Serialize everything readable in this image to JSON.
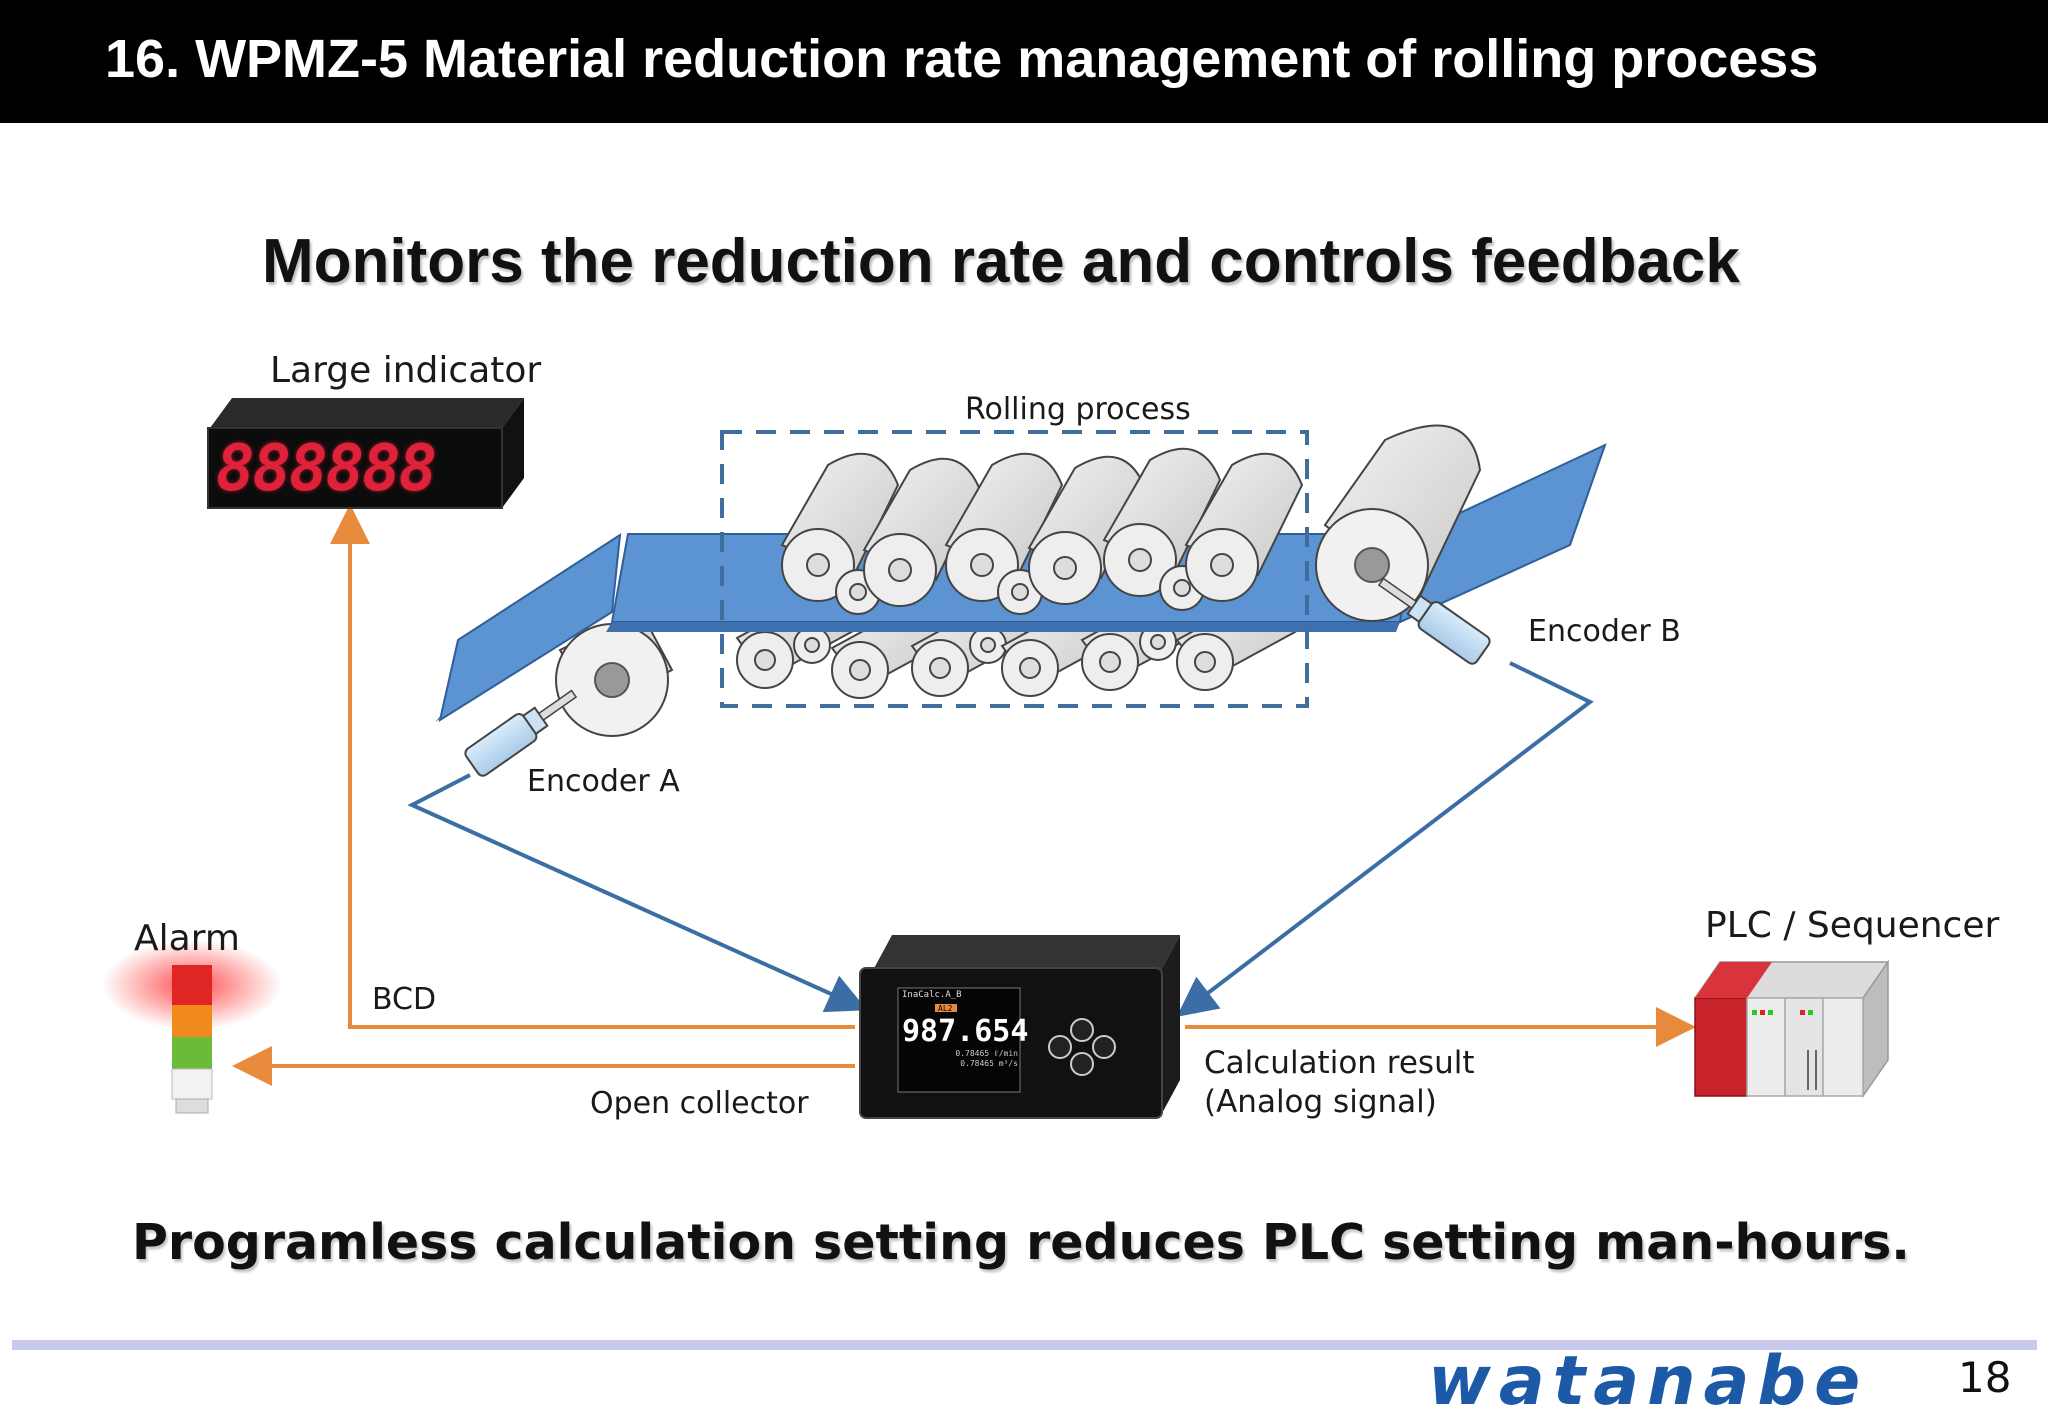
{
  "title": "16. WPMZ-5 Material reduction rate management of rolling process",
  "headline": "Monitors the reduction rate and controls feedback",
  "tagline": "Programless calculation setting reduces PLC setting man-hours.",
  "labels": {
    "large_indicator": "Large indicator",
    "rolling_process": "Rolling process",
    "encoder_a": "Encoder A",
    "encoder_b": "Encoder B",
    "alarm": "Alarm",
    "bcd": "BCD",
    "open_collector": "Open collector",
    "plc": "PLC / Sequencer",
    "calc_result_line1": "Calculation result",
    "calc_result_line2": "(Analog signal)"
  },
  "indicator_display": "888888",
  "device": {
    "header": "InaCalc.A_B",
    "tag": "AL2",
    "value": "987.654",
    "sub1": "0.78465 ℓ/min",
    "sub2": "0.78465 m³/s"
  },
  "brand": "watanabe",
  "page_number": "18",
  "colors": {
    "orange_signal": "#e88a3c",
    "blue_signal": "#3b6ea5",
    "belt": "#5b93d3",
    "dashed_box": "#3f6d9c",
    "brand": "#1c5aa8"
  }
}
